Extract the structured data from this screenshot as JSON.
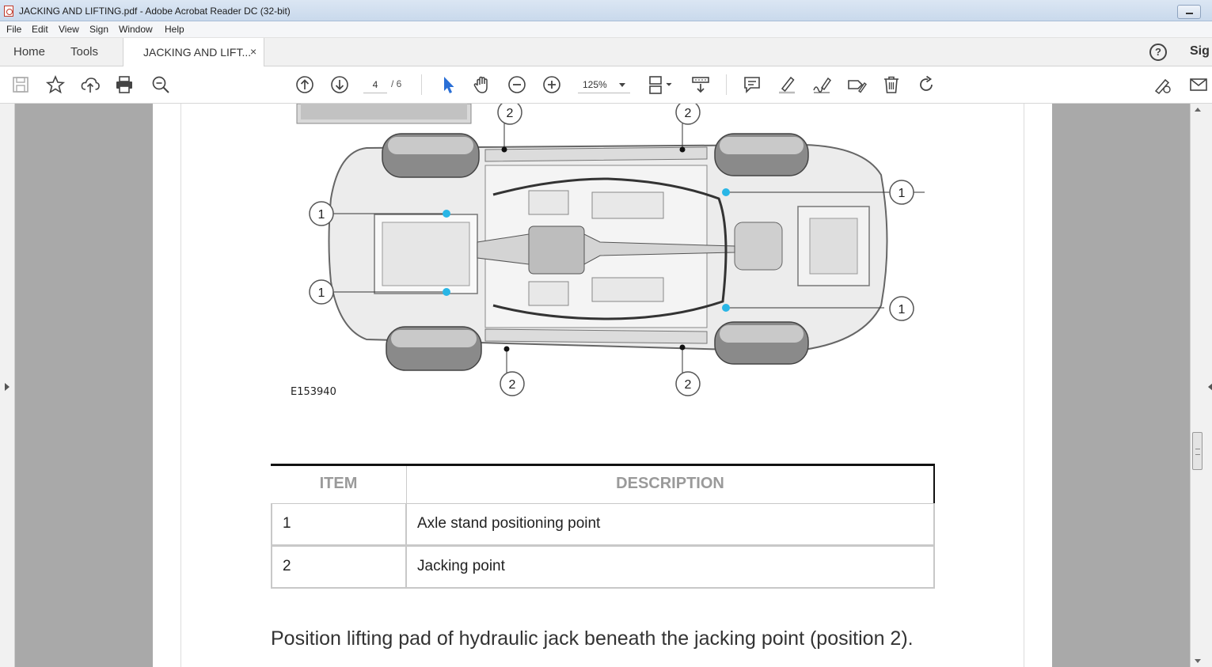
{
  "window": {
    "title": "JACKING AND LIFTING.pdf - Adobe Acrobat Reader DC (32-bit)"
  },
  "menu": {
    "items": [
      "File",
      "Edit",
      "View",
      "Sign",
      "Window",
      "Help"
    ]
  },
  "tabs": {
    "home": "Home",
    "tools": "Tools",
    "document": "JACKING AND LIFT...",
    "close": "×",
    "help": "?",
    "sign": "Sig"
  },
  "toolbar": {
    "page_current": "4",
    "page_total": "/ 6",
    "zoom": "125%"
  },
  "document": {
    "figure_id": "E153940",
    "callouts": {
      "axle_stand": "1",
      "jacking": "2"
    },
    "table": {
      "headers": [
        "ITEM",
        "DESCRIPTION"
      ],
      "rows": [
        {
          "item": "1",
          "description": "Axle stand positioning point"
        },
        {
          "item": "2",
          "description": "Jacking point"
        }
      ]
    },
    "paragraph": "Position lifting pad of hydraulic jack beneath the jacking point (position 2)."
  },
  "colors": {
    "marker": "#29b6e6",
    "accent_red": "#c0392b"
  }
}
